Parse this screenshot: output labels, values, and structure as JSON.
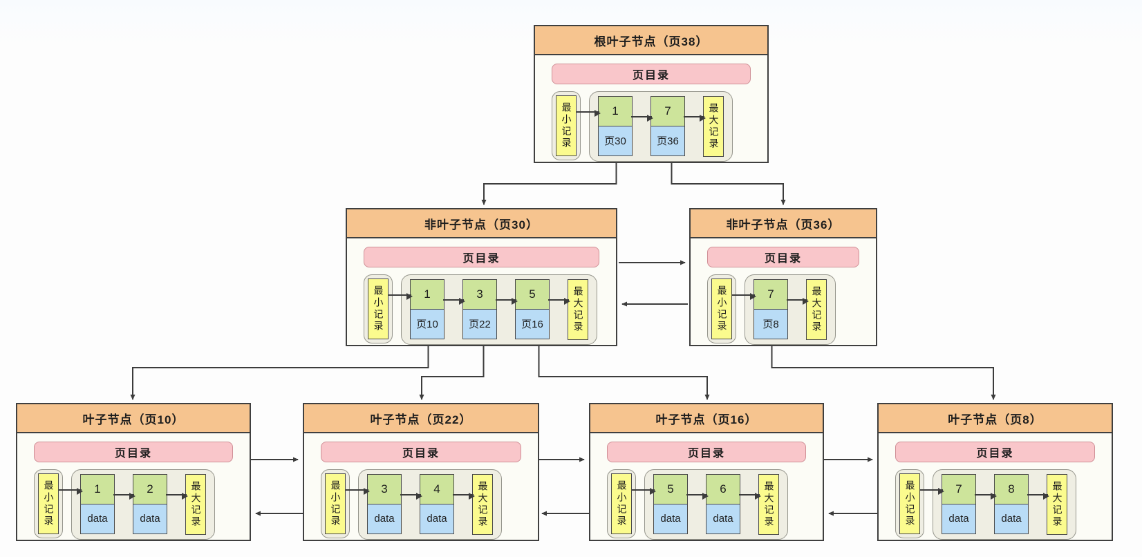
{
  "labels": {
    "page_directory": "页目录",
    "min_record": "最小记录",
    "max_record": "最大记录"
  },
  "nodes": [
    {
      "id": "root-page-38",
      "title": "根叶子节点（页38）",
      "entries": [
        {
          "key": "1",
          "value": "页30"
        },
        {
          "key": "7",
          "value": "页36"
        }
      ]
    },
    {
      "id": "internal-page-30",
      "title": "非叶子节点（页30）",
      "entries": [
        {
          "key": "1",
          "value": "页10"
        },
        {
          "key": "3",
          "value": "页22"
        },
        {
          "key": "5",
          "value": "页16"
        }
      ]
    },
    {
      "id": "internal-page-36",
      "title": "非叶子节点（页36）",
      "entries": [
        {
          "key": "7",
          "value": "页8"
        }
      ]
    },
    {
      "id": "leaf-page-10",
      "title": "叶子节点（页10）",
      "entries": [
        {
          "key": "1",
          "value": "data"
        },
        {
          "key": "2",
          "value": "data"
        }
      ]
    },
    {
      "id": "leaf-page-22",
      "title": "叶子节点（页22）",
      "entries": [
        {
          "key": "3",
          "value": "data"
        },
        {
          "key": "4",
          "value": "data"
        }
      ]
    },
    {
      "id": "leaf-page-16",
      "title": "叶子节点（页16）",
      "entries": [
        {
          "key": "5",
          "value": "data"
        },
        {
          "key": "6",
          "value": "data"
        }
      ]
    },
    {
      "id": "leaf-page-8",
      "title": "叶子节点（页8）",
      "entries": [
        {
          "key": "7",
          "value": "data"
        },
        {
          "key": "8",
          "value": "data"
        }
      ]
    }
  ],
  "colors": {
    "header_orange": "#f6c48f",
    "directory_pink": "#f9c6ca",
    "record_yellow": "#fbfb8e",
    "key_green": "#cde49b",
    "pointer_blue": "#b9dcf6",
    "container_cream": "#efeee3",
    "line_ink": "#3c3c3c"
  }
}
